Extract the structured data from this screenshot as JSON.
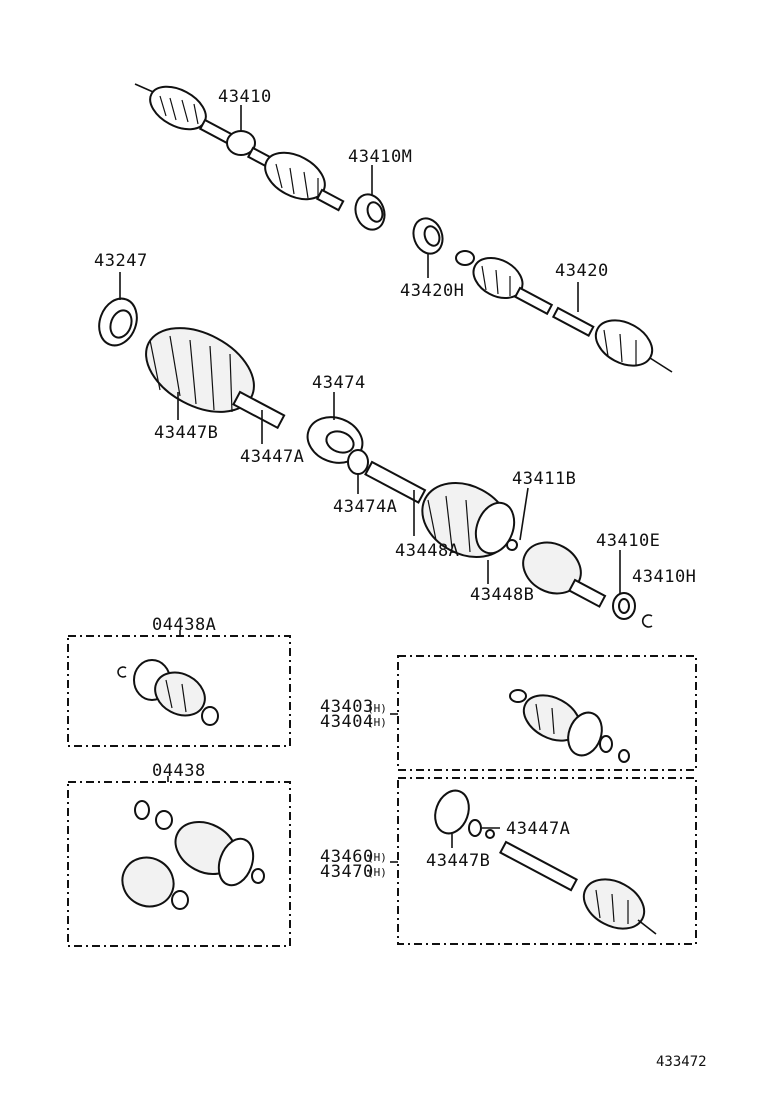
{
  "labels": {
    "p43410": "43410",
    "p43410M": "43410M",
    "p43247": "43247",
    "p43420": "43420",
    "p43420H": "43420H",
    "p43474": "43474",
    "p43447B": "43447B",
    "p43447A": "43447A",
    "p43474A": "43474A",
    "p43411B": "43411B",
    "p43448A": "43448A",
    "p43410E": "43410E",
    "p43448B": "43448B",
    "p43410H": "43410H",
    "p04438A": "04438A",
    "p04438": "04438",
    "p43403": "43403",
    "p43404": "43404",
    "p43403_suffix": "(H)",
    "p43404_suffix": "(H)",
    "p43447A_kit": "43447A",
    "p43447B_kit": "43447B",
    "p43460": "43460",
    "p43470": "43470",
    "p43460_suffix": "(H)",
    "p43470_suffix": "(H)"
  },
  "reference_number": "433472"
}
